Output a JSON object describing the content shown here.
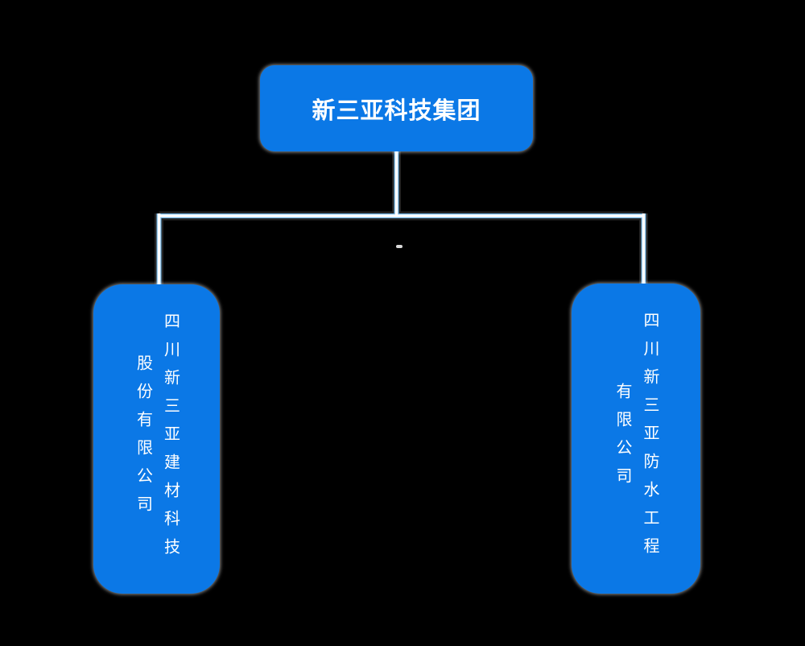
{
  "page": {
    "background": "#000000"
  },
  "diagram": {
    "type": "org-chart",
    "root": {
      "label": "新三亚科技集团"
    },
    "children": [
      {
        "label": "四川新三亚建材科技股份有限公司",
        "display": "四川新三亚建材科技\n股份有限公司"
      },
      {
        "label": "四川新三亚防水工程有限公司",
        "display": "四川新三亚防水工程\n有限公司"
      }
    ],
    "connector": {
      "style": "elbow",
      "core_color": "#ffffff",
      "edge_color": "#6fb3e3",
      "halo_color": "#ffffff"
    },
    "colors": {
      "node_fill": "#0b78e6",
      "node_text": "#ffffff",
      "background": "#000000"
    }
  }
}
